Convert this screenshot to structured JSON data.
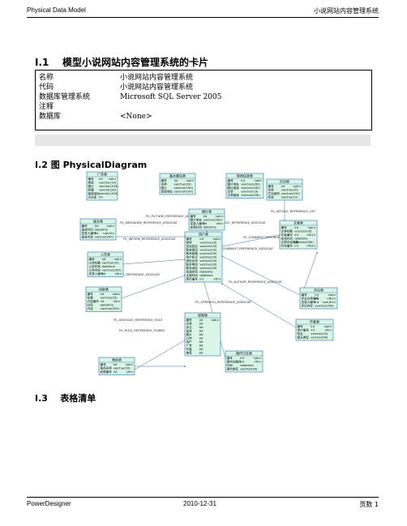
{
  "header": {
    "left": "Physical Data Model",
    "right": "小说网站内容管理系统"
  },
  "section1": {
    "number": "I.1",
    "title": "模型小说网站内容管理系统的卡片",
    "card_labels": [
      "名称",
      "代码",
      "数据库管理系统",
      "注释",
      "数据库"
    ],
    "card_values": [
      "小说网站内容管理系统",
      "小说网站内容管理系统",
      "Microsoft SQL Server 2005",
      "",
      "<None>"
    ]
  },
  "section2": {
    "number": "I.2",
    "title": "图 PhysicalDiagram"
  },
  "section3": {
    "number": "I.3",
    "title": "表格清单"
  },
  "footer": {
    "left": "PowerDesigner",
    "center": "2010-12-31",
    "right": "页数 1"
  },
  "diagram": {
    "entity_color": "#d9f5e8",
    "entity_border": "#2f6ea8",
    "line_color": "#3d6fa6",
    "entities": [
      {
        "title": "广告表",
        "rows": [
          [
            "编号",
            "int",
            "<pk>"
          ],
          [
            "类型",
            "varchar(10)",
            ""
          ],
          [
            "图片",
            "varchar(100)",
            ""
          ],
          [
            "标题",
            "varchar(20)",
            ""
          ],
          [
            "链接地址",
            "varchar(100)",
            ""
          ],
          [
            "点击率",
            "int",
            ""
          ]
        ]
      },
      {
        "title": "基本着信表",
        "rows": [
          [
            "编号",
            "int",
            "<pk>"
          ],
          [
            "名称",
            "varchar(20)",
            ""
          ],
          [
            "图片",
            "varchar(100)",
            ""
          ],
          [
            "连接地址",
            "varchar(100)",
            ""
          ]
        ]
      },
      {
        "title": "新闻信息表",
        "rows": [
          [
            "编号",
            "int",
            "<pk>"
          ],
          [
            "图片地址",
            "varchar(200)",
            ""
          ],
          [
            "图片链接",
            "varchar(200)",
            ""
          ],
          [
            "文章",
            "varchar(10)",
            ""
          ],
          [
            "文章链接",
            "varchar(200)",
            ""
          ]
        ]
      },
      {
        "title": "栏目表",
        "rows": [
          [
            "编号",
            "int",
            "<pk>"
          ],
          [
            "名称",
            "varchar(20)",
            ""
          ],
          [
            "栏目级别",
            "varchar(100)",
            ""
          ],
          [
            "状态",
            "varchar(10)",
            ""
          ]
        ]
      },
      {
        "title": "图片表",
        "rows": [
          [
            "编号",
            "int",
            "<pk>"
          ],
          [
            "图片地址",
            "varchar(200)",
            ""
          ],
          [
            "发表人编号",
            "int",
            "<fk>"
          ],
          [
            "发表时间",
            "datetime",
            ""
          ]
        ]
      },
      {
        "title": "留言表",
        "rows": [
          [
            "编号",
            "int",
            "<pk>"
          ],
          [
            "留言时间",
            "datetime",
            ""
          ],
          [
            "发表人编号",
            "int",
            "<pk,fk>"
          ],
          [
            "留言内容",
            "varchar(200)",
            ""
          ]
        ]
      },
      {
        "title": "文章表",
        "rows": [
          [
            "编号",
            "int",
            "<pk>"
          ],
          [
            "文章标题",
            "varchar(20)",
            ""
          ],
          [
            "作者编号",
            "int",
            "<fk1>"
          ],
          [
            "发布时间",
            "datetime",
            ""
          ],
          [
            "文章内容摘要",
            "varchar(200)",
            ""
          ],
          [
            "栏目编号",
            "int",
            "<fk2>"
          ]
        ]
      },
      {
        "title": "用户表",
        "rows": [
          [
            "编号",
            "int",
            "<pk>"
          ],
          [
            "昵称",
            "varchar(20)",
            ""
          ],
          [
            "真实姓名",
            "varchar(20)",
            ""
          ],
          [
            "登录密码",
            "varchar(20)",
            ""
          ],
          [
            "联系邮箱",
            "varchar(50)",
            ""
          ],
          [
            "用户积分",
            "varchar(20)",
            ""
          ],
          [
            "身份证号",
            "varchar(20)",
            ""
          ],
          [
            "联系电话",
            "varchar(20)",
            ""
          ],
          [
            "联系地址",
            "varchar(50)",
            ""
          ],
          [
            "发表时间",
            "datetime",
            ""
          ],
          [
            "注释时间",
            "datetime",
            ""
          ],
          [
            "简历编号",
            "int",
            "<fk>"
          ]
        ]
      },
      {
        "title": "公告表",
        "rows": [
          [
            "编号",
            "int",
            "<pk>"
          ],
          [
            "公告标题",
            "varchar(20)",
            ""
          ],
          [
            "公告时间",
            "datetime",
            ""
          ],
          [
            "公告内容",
            "varchar(200)",
            ""
          ],
          [
            "发表人编号",
            "int",
            "<fk>"
          ]
        ]
      },
      {
        "title": "评论表",
        "rows": [
          [
            "编号",
            "int",
            "<pk>"
          ],
          [
            "评论文章编号",
            "int",
            "<fk2>"
          ],
          [
            "发表人编号",
            "int",
            "<pk,fk1>"
          ],
          [
            "评论内容",
            "varchar(200)",
            ""
          ]
        ]
      },
      {
        "title": "协助表",
        "rows": [
          [
            "编号",
            "int",
            "<pk>"
          ],
          [
            "标题",
            "varchar(20)",
            ""
          ],
          [
            "内容编号",
            "int",
            "<fk>"
          ],
          [
            "时间",
            "datetime",
            ""
          ],
          [
            "内容",
            "varchar(200)",
            ""
          ]
        ]
      },
      {
        "title": "作者表",
        "rows": [
          [
            "编号",
            "int",
            "<pk>"
          ],
          [
            "用户编号",
            "int",
            "<fk>"
          ],
          [
            "笔名",
            "varchar(20)",
            ""
          ],
          [
            "擅长类型",
            "varchar(50)",
            ""
          ]
        ]
      },
      {
        "title": "权限表",
        "rows": [
          [
            "编号",
            "int",
            "<pk>"
          ],
          [
            "文章",
            "bit",
            ""
          ],
          [
            "评论",
            "bit",
            ""
          ],
          [
            "留言",
            "bit",
            ""
          ],
          [
            "图片",
            "bit",
            ""
          ],
          [
            "公告",
            "bit",
            ""
          ],
          [
            "用户",
            "bit",
            ""
          ],
          [
            "广告",
            "bit",
            ""
          ],
          [
            "作者",
            "bit",
            ""
          ],
          [
            "推荐",
            "bit",
            ""
          ]
        ]
      },
      {
        "title": "操作日志表",
        "rows": [
          [
            "编号",
            "int",
            "<pk>"
          ],
          [
            "操作员编号",
            "int",
            "<fk>"
          ],
          [
            "时间",
            "datetime",
            ""
          ],
          [
            "事件类型",
            "varchar(50)",
            ""
          ]
        ]
      },
      {
        "title": "角色表",
        "rows": [
          [
            "编号",
            "int",
            "<pk>"
          ],
          [
            "角色名称",
            "varchar(20)",
            ""
          ],
          [
            "权限编号",
            "int",
            "<fk>"
          ]
        ]
      }
    ],
    "relationships": [
      "FK_ARTICLE_REFERENCE_LIST",
      "FK_PICTURE_REFERENCE_ASSOCIAT",
      "FK_MESSAGEB_REFERENCE_ASSOCIAT",
      "FK_ARTICLE_REFERENCE_ASSOCIAT",
      "FK_COMMENT_REFERENCE_ARTICLE",
      "FK_INFORM_REFERENCE_ASSOCIAT",
      "FK_COMMENT_REFERENCE_ASSOCIAT",
      "FK_ASSIST_REFERENCE_ASSOCIAT",
      "FK_AUTHOR_REFERENCE_ASSOCIAT",
      "FK_ASSOCIAT_REFERENCE_ROLE",
      "FK_OPERATIO_REFERENCE_ASSOCIAT",
      "FK_ROLE_REFERENCE_POWER"
    ]
  }
}
